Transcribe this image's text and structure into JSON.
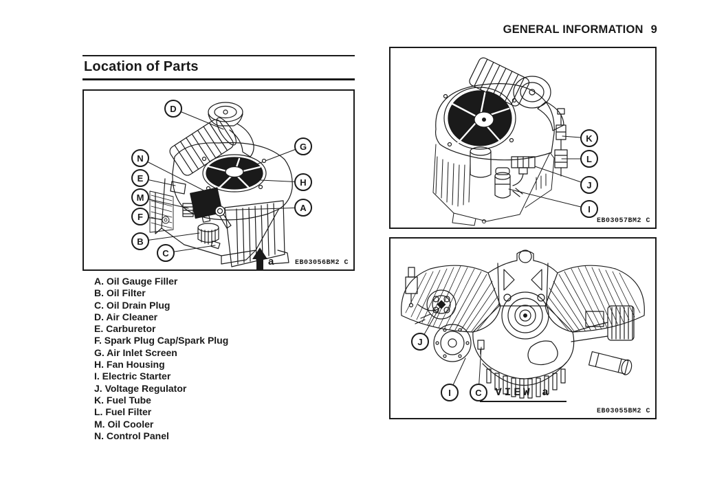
{
  "page": {
    "header_title": "GENERAL INFORMATION",
    "page_number": "9",
    "section_title": "Location of Parts"
  },
  "theme": {
    "ink": "#1a1a1a",
    "paper": "#ffffff"
  },
  "figures": {
    "front_iso": {
      "code": "EB03056BM2 C",
      "arrow_label": "a",
      "callouts": [
        "D",
        "G",
        "N",
        "E",
        "H",
        "M",
        "A",
        "F",
        "B",
        "C"
      ]
    },
    "right_iso": {
      "code": "EB03057BM2 C",
      "callouts": [
        "K",
        "L",
        "J",
        "I"
      ]
    },
    "bottom_view": {
      "code": "EB03055BM2 C",
      "view_label": "VIEW a",
      "callouts": [
        "J",
        "I",
        "C"
      ]
    }
  },
  "parts_list": {
    "items": [
      "A. Oil Gauge Filler",
      "B. Oil Filter",
      "C. Oil Drain Plug",
      "D. Air Cleaner",
      "E. Carburetor",
      "F. Spark Plug Cap/Spark Plug",
      "G. Air Inlet Screen",
      "H. Fan Housing",
      "I. Electric Starter",
      "J. Voltage Regulator",
      "K. Fuel Tube",
      "L. Fuel Filter",
      "M. Oil Cooler",
      "N. Control Panel"
    ]
  }
}
